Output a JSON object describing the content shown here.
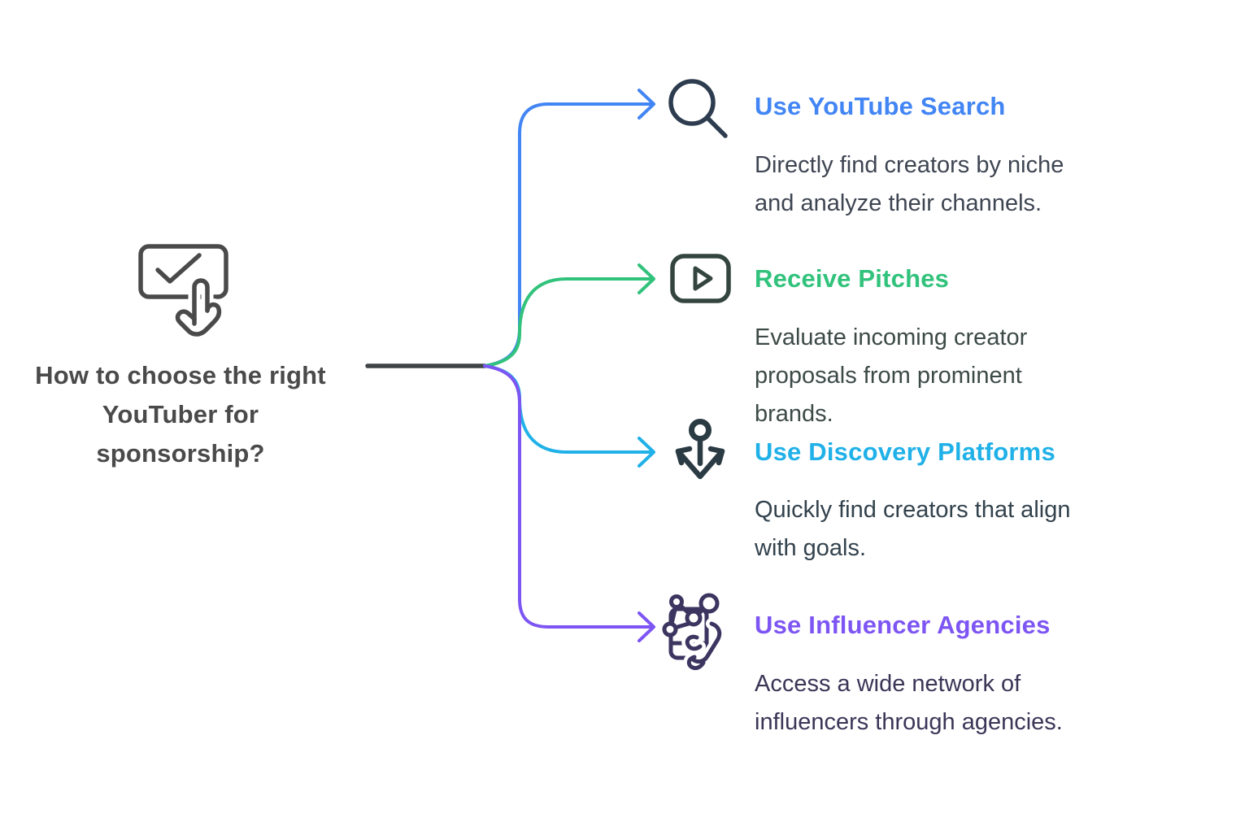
{
  "root": {
    "title": "How to choose the right YouTuber for sponsorship?",
    "title_color": "#4a4a4a",
    "icon": "tap-select-icon",
    "icon_color": "#4a4a4a"
  },
  "colors": {
    "background": "#ffffff",
    "trunk": "#3f4347"
  },
  "branches": [
    {
      "id": "use-youtube-search",
      "icon": "search-icon",
      "color": "#4285f4",
      "icon_color": "#2d3c4e",
      "body_color": "#3e4552",
      "heading": "Use YouTube Search",
      "body_lines": [
        "Directly find creators by niche",
        "and analyze their channels."
      ]
    },
    {
      "id": "receive-pitches",
      "icon": "play-video-icon",
      "color": "#31c27c",
      "icon_color": "#344540",
      "body_color": "#3c4a47",
      "heading": "Receive Pitches",
      "body_lines": [
        "Evaluate incoming creator",
        "proposals from prominent",
        "brands."
      ]
    },
    {
      "id": "use-discovery-platforms",
      "icon": "anchor-icon",
      "color": "#20b1e8",
      "icon_color": "#2b3b44",
      "body_color": "#32424d",
      "heading": "Use Discovery Platforms",
      "body_lines": [
        "Quickly find creators that align",
        "with goals."
      ]
    },
    {
      "id": "use-influencer-agencies",
      "icon": "network-hand-icon",
      "color": "#7d55f3",
      "icon_color": "#3b3560",
      "body_color": "#3b3557",
      "heading": "Use Influencer Agencies",
      "body_lines": [
        "Access a wide network of",
        "influencers through agencies."
      ]
    }
  ]
}
